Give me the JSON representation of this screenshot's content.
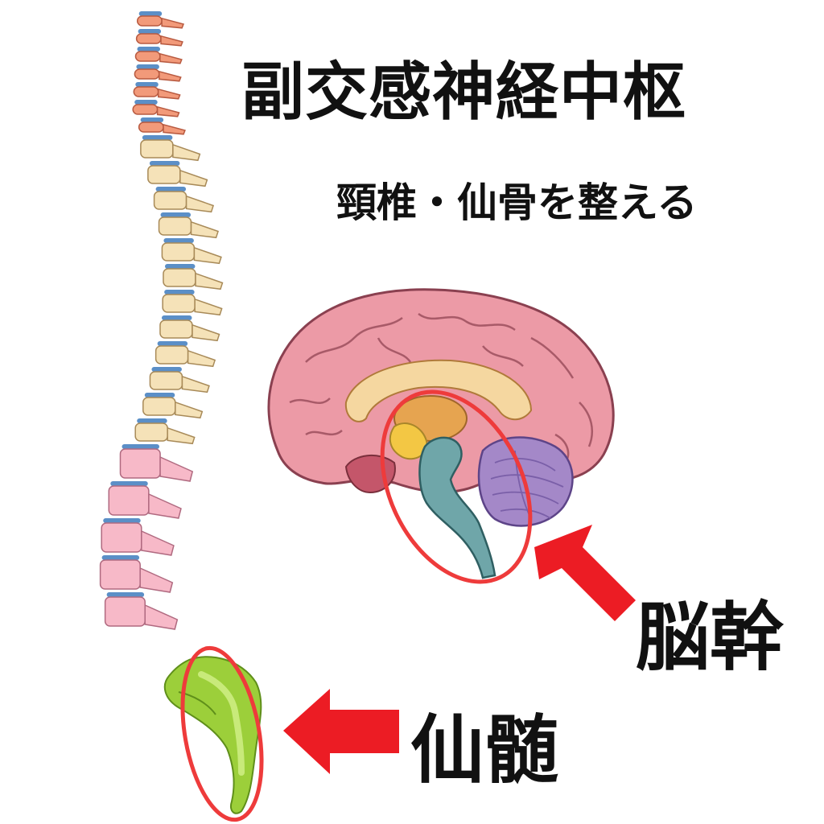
{
  "title": "副交感神経中枢",
  "subtitle": "頸椎・仙骨を整える",
  "labels": {
    "brainstem": "脳幹",
    "sacrum": "仙髄"
  },
  "colors": {
    "cervical": "#f29a7a",
    "thoracic": "#f5e2b8",
    "lumbar": "#f7b9c8",
    "sacrum": "#9ccf3a",
    "disc": "#5b8fc7",
    "cerebrum": "#ec9aa6",
    "corpus_callosum": "#f5d7a0",
    "thalamus": "#e6a450",
    "brainstem": "#6fa6a9",
    "cerebellum": "#a488c8",
    "highlight_circle": "#ee3b3b",
    "arrow": "#ec1c24",
    "text": "#111111"
  }
}
